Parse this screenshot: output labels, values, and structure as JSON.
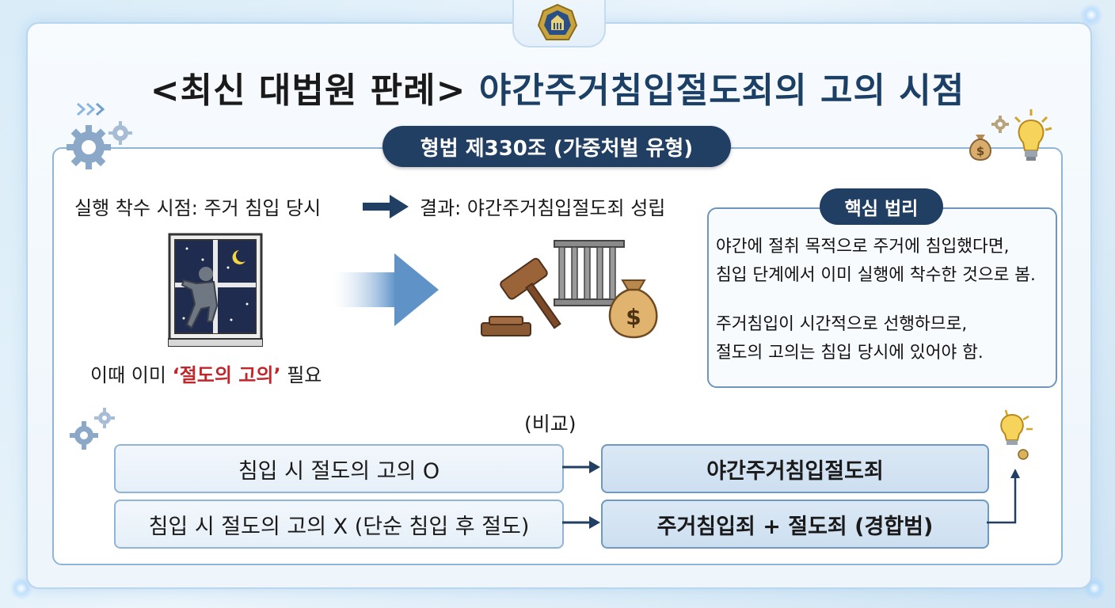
{
  "header": {
    "title_prefix": "<최신 대법원 판례>",
    "title_main": "야간주거침입절도죄의 고의 시점"
  },
  "law_badge": "형법 제330조 (가중처벌 유형)",
  "flow": {
    "start_label": "실행 착수 시점: 주거 침입 당시",
    "result_label": "결과: 야간주거침입절도죄 성립",
    "intent_prefix": "이때 이미 ",
    "intent_highlight": "‘절도의 고의’",
    "intent_suffix": " 필요"
  },
  "core_principle": {
    "title": "핵심 법리",
    "p1_line1": "야간에 절취 목적으로 주거에 침입했다면,",
    "p1_line2": "침입 단계에서 이미 실행에 착수한 것으로 봄.",
    "p2_line1": "주거침입이 시간적으로 선행하므로,",
    "p2_line2": "절도의 고의는 침입 당시에 있어야 함."
  },
  "comparison": {
    "label": "(비교)",
    "rows": [
      {
        "condition": "침입 시 절도의 고의 O",
        "result": "야간주거침입절도죄"
      },
      {
        "condition": "침입 시 절도의 고의 X (단순 침입 후 절도)",
        "result": "주거침입죄 + 절도죄 (경합범)"
      }
    ]
  },
  "colors": {
    "navy": "#213e63",
    "title_blue": "#1c3f66",
    "highlight_red": "#c0262a",
    "panel_border": "#8fb5d8"
  },
  "icons": [
    "court-emblem-icon",
    "gear-icon",
    "lightbulb-icon",
    "money-bag-icon",
    "burglar-window-icon",
    "gavel-icon",
    "jail-bars-icon",
    "chevron-icon"
  ]
}
